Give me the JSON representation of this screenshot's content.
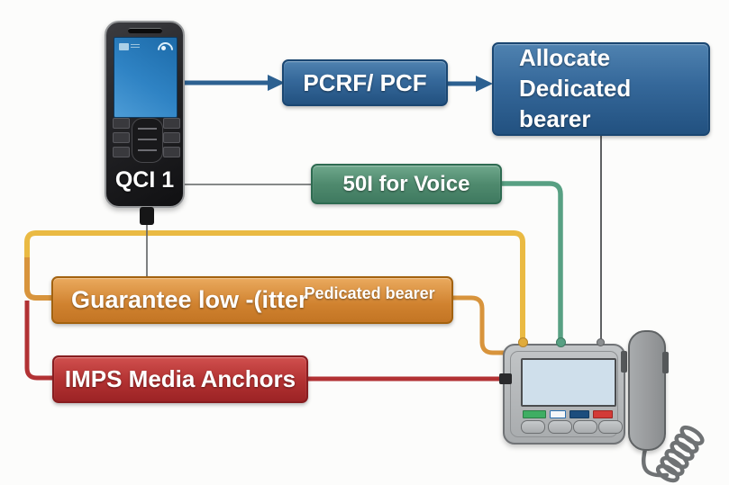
{
  "labels": {
    "qci": "QCI 1",
    "pcrf": "PCRF/ PCF",
    "allocate_line1": "Allocate",
    "allocate_line2": "Dedicated bearer",
    "voice": "50I for Voice",
    "jitter_main": "Guarantee low -(itter",
    "jitter_sub": "Pedicated bearer",
    "ims": "IMPS Media Anchors"
  },
  "colors": {
    "box_blue": "#35689a",
    "box_green": "#4f8a6e",
    "box_orange": "#d0822f",
    "box_red": "#b23131",
    "arrow_blue": "#2d6191",
    "line_yellow": "#eaba43",
    "line_orange": "#d8943c",
    "line_green": "#58a083",
    "line_red": "#b23234",
    "line_gray": "#5f6163",
    "cord_gray": "#6f7274"
  },
  "icons": {
    "mobile_phone": "smartphone-illustration",
    "desk_phone": "desk-phone-illustration",
    "wifi": "wifi-swirl-icon",
    "sim": "sim-card-icon",
    "handset": "handset-icon",
    "cord": "coiled-cord-icon"
  }
}
